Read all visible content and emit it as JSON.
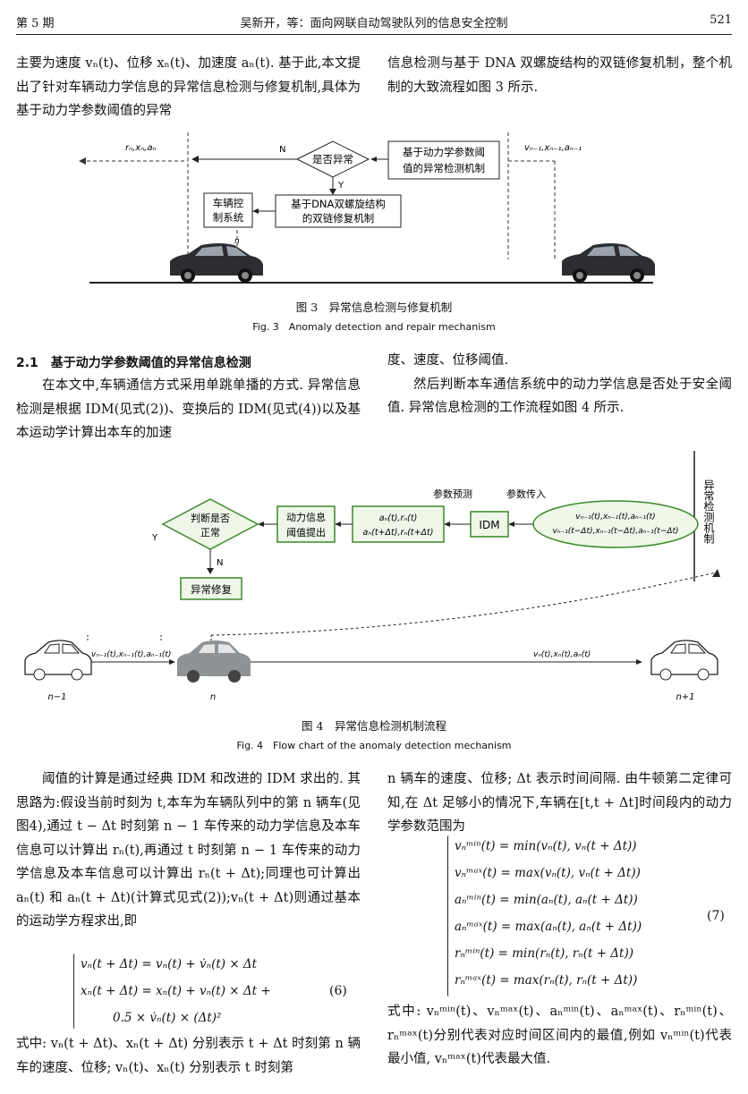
{
  "header": {
    "issue": "第 5 期",
    "title": "吴新开，等：面向网联自动驾驶队列的信息安全控制",
    "page": "521"
  },
  "top_left": "主要为速度 vₙ(t)、位移 xₙ(t)、加速度 aₙ(t). 基于此,本文提出了针对车辆动力学信息的异常信息检测与修复机制,具体为基于动力学参数阈值的异常",
  "top_right": "信息检测与基于 DNA 双螺旋结构的双链修复机制，整个机制的大致流程如图 3 所示.",
  "fig3": {
    "label_left": "rₙ,xₙ,aₙ",
    "label_right": "vₙ₋₁,xₙ₋₁,aₙ₋₁",
    "n_label": "N",
    "y_label": "Y",
    "decision": "是否异常",
    "detect_box": [
      "基于动力学参数阈",
      "值的异常检测机制"
    ],
    "repair_box": [
      "基于DNA双螺旋结构",
      "的双链修复机制"
    ],
    "control_box": [
      "车辆控",
      "制系统"
    ],
    "car_label": "n",
    "caption_cn": "图 3　异常信息检测与修复机制",
    "caption_en": "Fig. 3　Anomaly detection and repair mechanism"
  },
  "sec21": {
    "title": "2.1　基于动力学参数阈值的异常信息检测",
    "left_para": "在本文中,车辆通信方式采用单跳单播的方式. 异常信息检测是根据 IDM(见式(2))、变换后的 IDM(见式(4))以及基本运动学计算出本车的加速",
    "right_para1": "度、速度、位移阈值.",
    "right_para2": "然后判断本车通信系统中的动力学信息是否处于安全阈值. 异常信息检测的工作流程如图 4 所示."
  },
  "fig4": {
    "side_label": "异常检测机制",
    "param_predict": "参数预测",
    "param_in": "参数传入",
    "ellipse_line1": "vₙ₋₁(t),xₙ₋₁(t),aₙ₋₁(t)",
    "ellipse_line2": "vₙ₋₁(t−Δt),xₙ₋₁(t−Δt),aₙ₋₁(t−Δt)",
    "idm": "IDM",
    "pred_line1": "aₙ(t),rₙ(t)",
    "pred_line2": "aₙ(t+Δt),rₙ(t+Δt)",
    "thresh_box": [
      "动力信息",
      "阈值提出"
    ],
    "judge": [
      "判断是否",
      "正常"
    ],
    "y_label": "Y",
    "n_label": "N",
    "repair": "异常修复",
    "msg_left": "vₙ₋₁(t),xₙ₋₁(t),aₙ₋₁(t)",
    "msg_right": "vₙ(t),xₙ(t),aₙ(t)",
    "car_left": "n−1",
    "car_mid": "n",
    "car_right": "n+1",
    "caption_cn": "图 4　异常信息检测机制流程",
    "caption_en": "Fig. 4　Flow chart of the anomaly detection mechanism"
  },
  "bottom_left": {
    "para1": "阈值的计算是通过经典 IDM 和改进的 IDM 求出的. 其思路为:假设当前时刻为 t,本车为车辆队列中的第 n 辆车(见图4),通过 t − Δt 时刻第 n − 1 车传来的动力学信息及本车信息可以计算出 rₙ(t),再通过 t 时刻第 n − 1 车传来的动力学信息及本车信息可以计算出 rₙ(t + Δt);同理也可计算出 aₙ(t) 和 aₙ(t + Δt)(计算式见式(2));vₙ(t + Δt)则通过基本的运动学方程求出,即",
    "eq6_l1": "vₙ(t + Δt) = vₙ(t) + v̇ₙ(t) × Δt",
    "eq6_l2": "xₙ(t + Δt) = xₙ(t) + vₙ(t) × Δt +",
    "eq6_l3": "0.5 × v̇ₙ(t) × (Δt)²",
    "eq6_no": "(6)",
    "para2": "式中: vₙ(t + Δt)、xₙ(t + Δt) 分别表示 t + Δt 时刻第 n 辆车的速度、位移; vₙ(t)、xₙ(t) 分别表示 t 时刻第"
  },
  "bottom_right": {
    "para1": "n 辆车的速度、位移; Δt 表示时间间隔. 由牛顿第二定律可知,在 Δt 足够小的情况下,车辆在[t,t + Δt]时间段内的动力学参数范围为",
    "eq7": [
      "vₙᵐⁱⁿ(t) = min(vₙ(t), vₙ(t + Δt))",
      "vₙᵐᵃˣ(t) = max(vₙ(t), vₙ(t + Δt))",
      "aₙᵐⁱⁿ(t) = min(aₙ(t), aₙ(t + Δt))",
      "aₙᵐᵃˣ(t) = max(aₙ(t), aₙ(t + Δt))",
      "rₙᵐⁱⁿ(t) = min(rₙ(t), rₙ(t + Δt))",
      "rₙᵐᵃˣ(t) = max(rₙ(t), rₙ(t + Δt))"
    ],
    "eq7_no": "(7)",
    "para2": "式中: vₙᵐⁱⁿ(t)、vₙᵐᵃˣ(t)、aₙᵐⁱⁿ(t)、aₙᵐᵃˣ(t)、rₙᵐⁱⁿ(t)、rₙᵐᵃˣ(t)分别代表对应时间区间内的最值,例如 vₙᵐⁱⁿ(t)代表最小值, vₙᵐᵃˣ(t)代表最大值."
  }
}
